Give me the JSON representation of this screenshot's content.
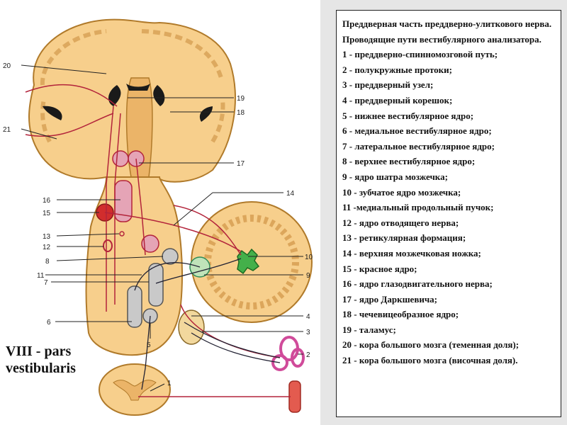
{
  "side_label": [
    "VIII - pars",
    "vestibularis"
  ],
  "legend": {
    "title": "Преддверная часть преддверно-улиткового нерва. Проводящие пути вестибулярного анализатора.",
    "items": [
      "1 - преддверно-спинномозговой путь;",
      "2 - полукружные протоки;",
      "3 - преддверный узел;",
      "4 - преддверный корешок;",
      "5 - нижнее вестибулярное ядро;",
      "6 - медиальное вестибулярное ядро;",
      "7 - латеральное вестибулярное ядро;",
      "8 - верхнее вестибулярное ядро;",
      "9 - ядро шатра мозжечка;",
      "10 - зубчатое ядро мозжечка;",
      "11 -медиальный продольный пучок;",
      "12 - ядро отводящего нерва;",
      "13 - ретикулярная формация;",
      "14 - верхняя мозжечковая ножка;",
      "15 - красное ядро;",
      "16 - ядро глазодвигательного нерва;",
      "17 - ядро Даркшевича;",
      "18 - чечевицеобразное ядро;",
      "19 - таламус;",
      "20 - кора большого мозга (теменная доля);",
      "21 - кора большого мозга (височная доля)."
    ]
  },
  "callouts": [
    "20",
    "21",
    "19",
    "18",
    "17",
    "16",
    "15",
    "14",
    "13",
    "12",
    "8",
    "11",
    "7",
    "10",
    "9",
    "6",
    "4",
    "5",
    "3",
    "2",
    "1"
  ],
  "colors": {
    "tissue": "#f7cf8c",
    "gray_matter": "#ebb468",
    "outline": "#b07a2a",
    "pathway": "#b3243b",
    "panel_bg": "#e6e6e6"
  }
}
